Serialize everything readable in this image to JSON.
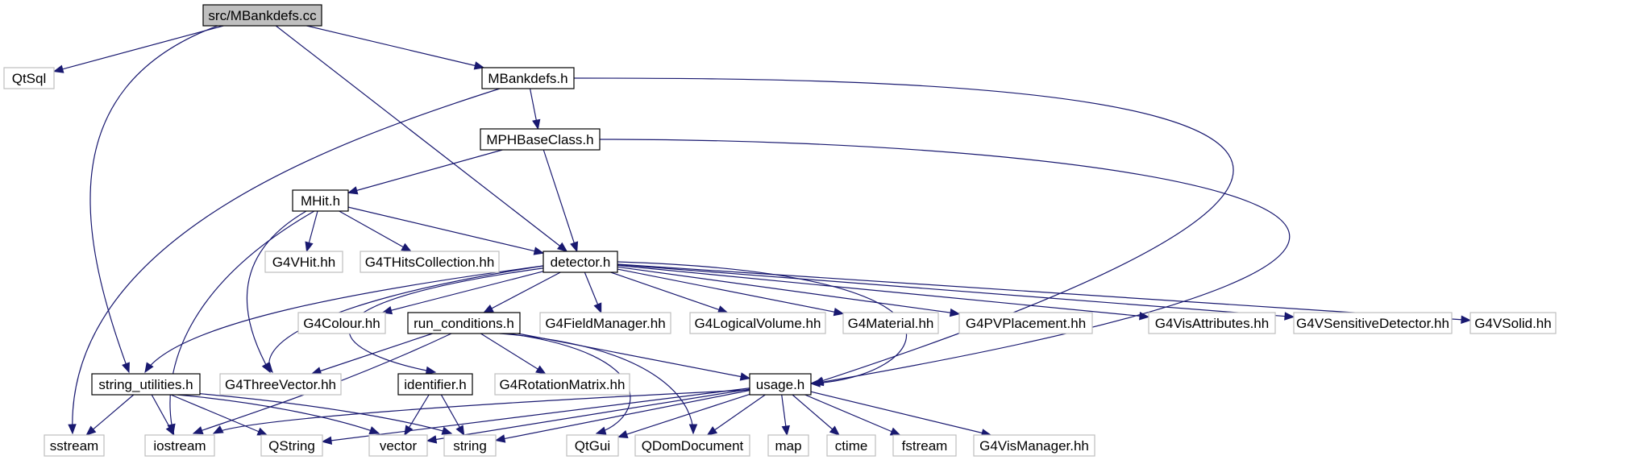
{
  "colors": {
    "edge": "#191970",
    "root_fill": "#bfbfbf",
    "node_border": "#000000",
    "external_border": "#bfbfbf",
    "node_fill": "#ffffff"
  },
  "nodes": {
    "src_mbankdefs_cc": {
      "label": "src/MBankdefs.cc",
      "kind": "root"
    },
    "qtsql": {
      "label": "QtSql",
      "kind": "external"
    },
    "mbankdefs_h": {
      "label": "MBankdefs.h",
      "kind": "local"
    },
    "mphbaseclass_h": {
      "label": "MPHBaseClass.h",
      "kind": "local"
    },
    "mhit_h": {
      "label": "MHit.h",
      "kind": "local"
    },
    "g4vhit_hh": {
      "label": "G4VHit.hh",
      "kind": "external"
    },
    "g4thitscollection_hh": {
      "label": "G4THitsCollection.hh",
      "kind": "external"
    },
    "detector_h": {
      "label": "detector.h",
      "kind": "local"
    },
    "g4colour_hh": {
      "label": "G4Colour.hh",
      "kind": "external"
    },
    "run_conditions_h": {
      "label": "run_conditions.h",
      "kind": "local"
    },
    "g4fieldmanager_hh": {
      "label": "G4FieldManager.hh",
      "kind": "external"
    },
    "g4logicalvolume_hh": {
      "label": "G4LogicalVolume.hh",
      "kind": "external"
    },
    "g4material_hh": {
      "label": "G4Material.hh",
      "kind": "external"
    },
    "g4pvplacement_hh": {
      "label": "G4PVPlacement.hh",
      "kind": "external"
    },
    "g4visattributes_hh": {
      "label": "G4VisAttributes.hh",
      "kind": "external"
    },
    "g4vsensitivedetector_hh": {
      "label": "G4VSensitiveDetector.hh",
      "kind": "external"
    },
    "g4vsolid_hh": {
      "label": "G4VSolid.hh",
      "kind": "external"
    },
    "string_utilities_h": {
      "label": "string_utilities.h",
      "kind": "local"
    },
    "g4threevector_hh": {
      "label": "G4ThreeVector.hh",
      "kind": "external"
    },
    "identifier_h": {
      "label": "identifier.h",
      "kind": "local"
    },
    "g4rotationmatrix_hh": {
      "label": "G4RotationMatrix.hh",
      "kind": "external"
    },
    "usage_h": {
      "label": "usage.h",
      "kind": "local"
    },
    "sstream": {
      "label": "sstream",
      "kind": "external"
    },
    "iostream": {
      "label": "iostream",
      "kind": "external"
    },
    "qstring": {
      "label": "QString",
      "kind": "external"
    },
    "vector": {
      "label": "vector",
      "kind": "external"
    },
    "string": {
      "label": "string",
      "kind": "external"
    },
    "qtgui": {
      "label": "QtGui",
      "kind": "external"
    },
    "qdomdocument": {
      "label": "QDomDocument",
      "kind": "external"
    },
    "map": {
      "label": "map",
      "kind": "external"
    },
    "ctime": {
      "label": "ctime",
      "kind": "external"
    },
    "fstream": {
      "label": "fstream",
      "kind": "external"
    },
    "g4vismanager_hh": {
      "label": "G4VisManager.hh",
      "kind": "external"
    }
  },
  "edges": [
    [
      "src_mbankdefs_cc",
      "qtsql"
    ],
    [
      "src_mbankdefs_cc",
      "mbankdefs_h"
    ],
    [
      "src_mbankdefs_cc",
      "detector_h"
    ],
    [
      "src_mbankdefs_cc",
      "string_utilities_h"
    ],
    [
      "mbankdefs_h",
      "mphbaseclass_h"
    ],
    [
      "mbankdefs_h",
      "sstream"
    ],
    [
      "mbankdefs_h",
      "usage_h"
    ],
    [
      "mphbaseclass_h",
      "mhit_h"
    ],
    [
      "mphbaseclass_h",
      "detector_h"
    ],
    [
      "mphbaseclass_h",
      "usage_h"
    ],
    [
      "mhit_h",
      "g4vhit_hh"
    ],
    [
      "mhit_h",
      "g4thitscollection_hh"
    ],
    [
      "mhit_h",
      "detector_h"
    ],
    [
      "mhit_h",
      "g4threevector_hh"
    ],
    [
      "mhit_h",
      "iostream"
    ],
    [
      "detector_h",
      "g4colour_hh"
    ],
    [
      "detector_h",
      "run_conditions_h"
    ],
    [
      "detector_h",
      "g4fieldmanager_hh"
    ],
    [
      "detector_h",
      "g4logicalvolume_hh"
    ],
    [
      "detector_h",
      "g4material_hh"
    ],
    [
      "detector_h",
      "g4pvplacement_hh"
    ],
    [
      "detector_h",
      "g4visattributes_hh"
    ],
    [
      "detector_h",
      "g4vsensitivedetector_hh"
    ],
    [
      "detector_h",
      "g4vsolid_hh"
    ],
    [
      "detector_h",
      "string_utilities_h"
    ],
    [
      "detector_h",
      "g4threevector_hh"
    ],
    [
      "detector_h",
      "identifier_h"
    ],
    [
      "detector_h",
      "usage_h"
    ],
    [
      "run_conditions_h",
      "g4threevector_hh"
    ],
    [
      "run_conditions_h",
      "g4rotationmatrix_hh"
    ],
    [
      "run_conditions_h",
      "usage_h"
    ],
    [
      "run_conditions_h",
      "iostream"
    ],
    [
      "run_conditions_h",
      "qtgui"
    ],
    [
      "run_conditions_h",
      "qdomdocument"
    ],
    [
      "string_utilities_h",
      "sstream"
    ],
    [
      "string_utilities_h",
      "iostream"
    ],
    [
      "string_utilities_h",
      "qstring"
    ],
    [
      "string_utilities_h",
      "vector"
    ],
    [
      "string_utilities_h",
      "string"
    ],
    [
      "identifier_h",
      "vector"
    ],
    [
      "identifier_h",
      "string"
    ],
    [
      "usage_h",
      "iostream"
    ],
    [
      "usage_h",
      "qstring"
    ],
    [
      "usage_h",
      "vector"
    ],
    [
      "usage_h",
      "string"
    ],
    [
      "usage_h",
      "qtgui"
    ],
    [
      "usage_h",
      "qdomdocument"
    ],
    [
      "usage_h",
      "map"
    ],
    [
      "usage_h",
      "ctime"
    ],
    [
      "usage_h",
      "fstream"
    ],
    [
      "usage_h",
      "g4vismanager_hh"
    ]
  ]
}
